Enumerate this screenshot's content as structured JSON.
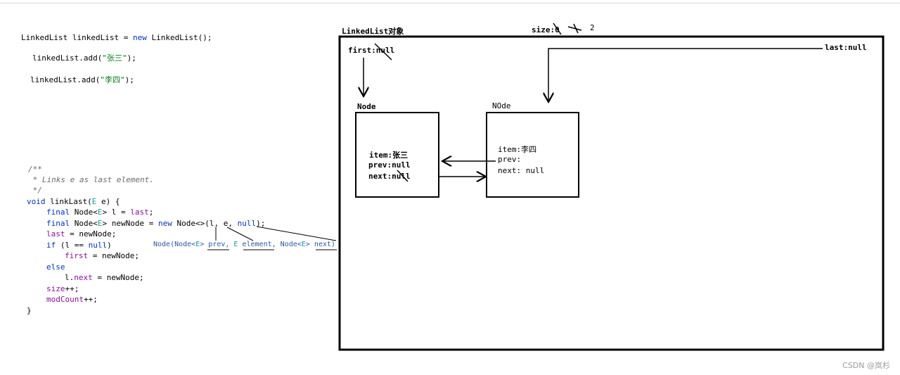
{
  "snippet": {
    "decl": [
      "LinkedList linkedList = ",
      "new",
      " LinkedList();"
    ],
    "add1": [
      "linkedList.add(",
      "\"张三\"",
      ");"
    ],
    "add2": [
      "linkedList.add(",
      "\"李四\"",
      ");"
    ]
  },
  "code": {
    "doc": [
      "/**",
      " * Links e as last element.",
      " */"
    ],
    "lines": [
      {
        "k": "void",
        "a": " linkLast(",
        "g": "E",
        "b": " e) {"
      },
      {
        "k": "final",
        "a": " Node<",
        "g": "E",
        "b": "> l = ",
        "p": "last",
        ";": ";"
      },
      {
        "k": "final",
        "a": " Node<",
        "g": "E",
        "b": "> newNode = ",
        "k2": "new",
        "c": " Node<>(l, e, ",
        "k3": "null",
        "d": ");"
      },
      {
        "a": "last = newNode;"
      },
      {
        "k": "if",
        "a": " (l == ",
        "k3": "null",
        "d": ")"
      },
      {
        "a": "first = newNode;"
      },
      {
        "k": "else"
      },
      {
        "a": "l.",
        "p": "next",
        "b": " = newNode;"
      },
      {
        "p": "size",
        "b": "++;"
      },
      {
        "p": "modCount",
        "b": "++;"
      },
      {
        "a": "}"
      }
    ],
    "hint": {
      "pre": "Node(Node<",
      "e1": "E",
      "mid1": "> prev, ",
      "e2": "E",
      "mid2": " element, Node<",
      "e3": "E",
      "end": "> next)"
    }
  },
  "diagram": {
    "object_label": "LinkedList对象",
    "size_label": "size:0",
    "size_extra": "2",
    "first_label": "first:null",
    "last_label": "last:null",
    "node1": {
      "title": "Node",
      "item": "item:张三",
      "prev": "prev:null",
      "next": "next:null"
    },
    "node2": {
      "title": "NOde",
      "item": "item:李四",
      "prev": "prev:",
      "next": "next: null"
    }
  },
  "watermark": "CSDN @岚杉"
}
